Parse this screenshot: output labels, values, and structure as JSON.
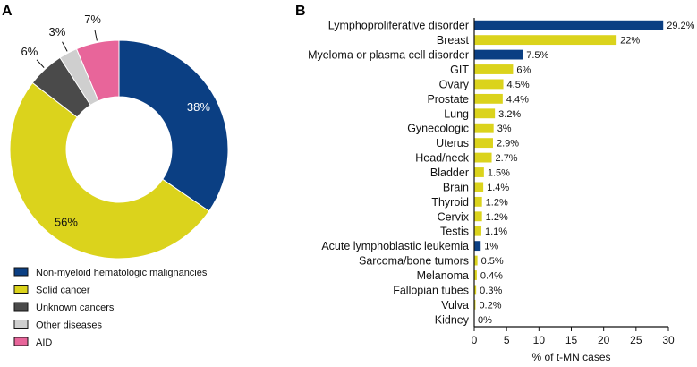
{
  "panel_a": {
    "label": "A"
  },
  "panel_b": {
    "label": "B"
  },
  "colors": {
    "hematologic": "#0b3f83",
    "solid": "#dbd31c",
    "unknown": "#4a4a4a",
    "other": "#cfcfcf",
    "aid": "#e8659a"
  },
  "chart_data": [
    {
      "type": "pie",
      "variant": "donut",
      "slices": [
        {
          "label": "Non-myeloid hematologic malignancies",
          "value": 38,
          "value_label": "38%",
          "color_key": "hematologic"
        },
        {
          "label": "Solid cancer",
          "value": 56,
          "value_label": "56%",
          "color_key": "solid"
        },
        {
          "label": "Unknown cancers",
          "value": 6,
          "value_label": "6%",
          "color_key": "unknown"
        },
        {
          "label": "Other diseases",
          "value": 3,
          "value_label": "3%",
          "color_key": "other"
        },
        {
          "label": "AID",
          "value": 7,
          "value_label": "7%",
          "color_key": "aid"
        }
      ],
      "legend_position": "bottom-left"
    },
    {
      "type": "bar",
      "orientation": "horizontal",
      "categories": [
        "Lymphoproliferative disorder",
        "Breast",
        "Myeloma or plasma cell disorder",
        "GIT",
        "Ovary",
        "Prostate",
        "Lung",
        "Gynecologic",
        "Uterus",
        "Head/neck",
        "Bladder",
        "Brain",
        "Thyroid",
        "Cervix",
        "Testis",
        "Acute lymphoblastic leukemia",
        "Sarcoma/bone tumors",
        "Melanoma",
        "Fallopian tubes",
        "Vulva",
        "Kidney"
      ],
      "values": [
        29.2,
        22,
        7.5,
        6,
        4.5,
        4.4,
        3.2,
        3,
        2.9,
        2.7,
        1.5,
        1.4,
        1.2,
        1.2,
        1.1,
        1,
        0.5,
        0.4,
        0.3,
        0.2,
        0
      ],
      "value_labels": [
        "29.2%",
        "22%",
        "7.5%",
        "6%",
        "4.5%",
        "4.4%",
        "3.2%",
        "3%",
        "2.9%",
        "2.7%",
        "1.5%",
        "1.4%",
        "1.2%",
        "1.2%",
        "1.1%",
        "1%",
        "0.5%",
        "0.4%",
        "0.3%",
        "0.2%",
        "0%"
      ],
      "color_keys": [
        "hematologic",
        "solid",
        "hematologic",
        "solid",
        "solid",
        "solid",
        "solid",
        "solid",
        "solid",
        "solid",
        "solid",
        "solid",
        "solid",
        "solid",
        "solid",
        "hematologic",
        "solid",
        "solid",
        "solid",
        "solid",
        "solid"
      ],
      "xlabel": "% of t-MN cases",
      "xlim": [
        0,
        30
      ],
      "xticks": [
        0,
        5,
        10,
        15,
        20,
        25,
        30
      ],
      "grid": false
    }
  ]
}
